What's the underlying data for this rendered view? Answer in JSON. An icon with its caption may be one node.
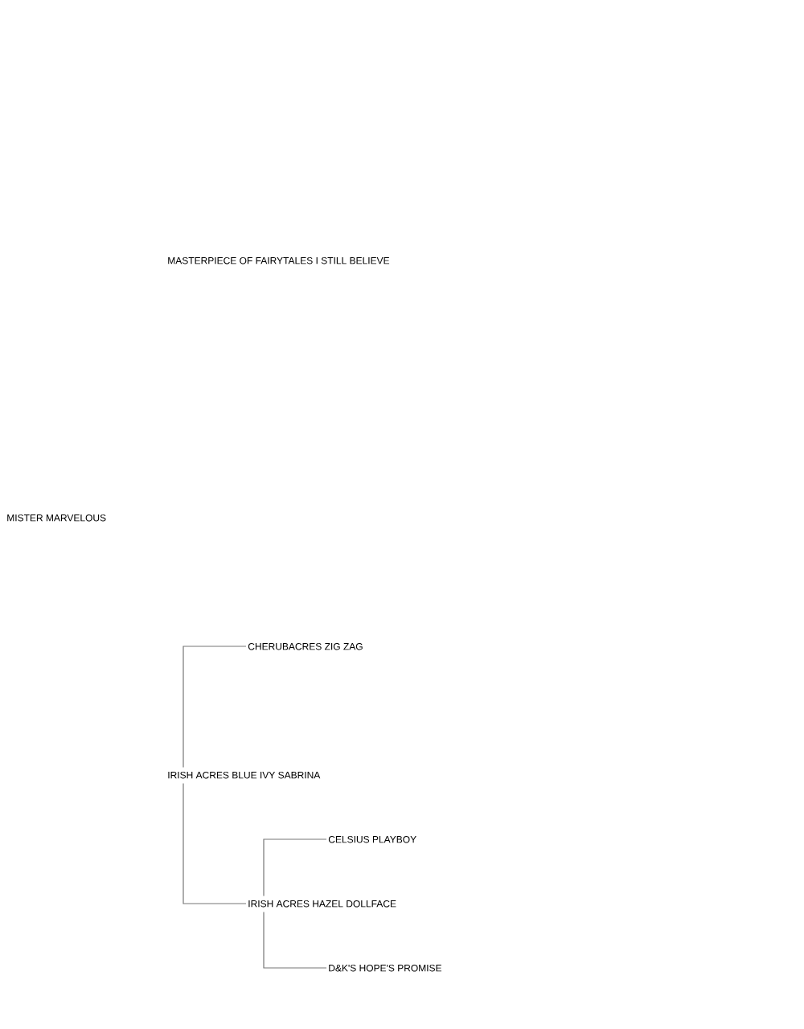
{
  "diagram": {
    "nodes": [
      {
        "text": [
          "MASTERPIECE OF FAIRYTALES I STILL BELIEVE"
        ]
      },
      {
        "text": [
          "MISTER MARVELOUS"
        ]
      },
      {
        "text": [
          "CHERUBACRES ZIG ZAG"
        ]
      },
      {
        "text": [
          "IRISH ACRES BLUE IVY SABRINA"
        ]
      },
      {
        "text": [
          "CELSIUS PLAYBOY"
        ]
      },
      {
        "text": [
          "IRISH ACRES HAZEL DOLLFACE"
        ]
      },
      {
        "text": [
          "D&K'S HOPE'S PROMISE"
        ]
      }
    ],
    "edges": [
      {
        "from": 3,
        "to": 2,
        "arrow": "none"
      },
      {
        "from": 3,
        "to": 5,
        "arrow": "none"
      },
      {
        "from": 5,
        "to": 4,
        "arrow": "none"
      },
      {
        "from": 5,
        "to": 6,
        "arrow": "none"
      }
    ]
  }
}
